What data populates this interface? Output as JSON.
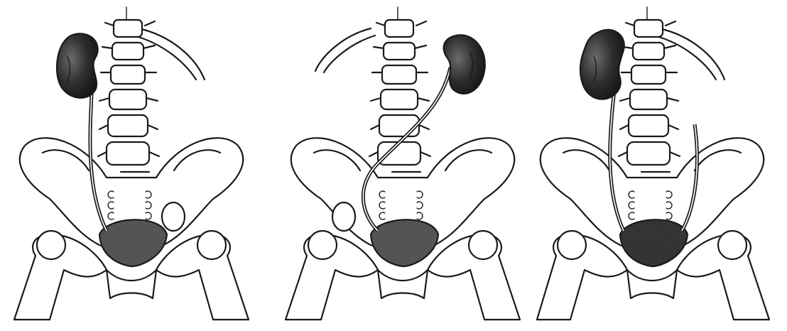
{
  "figure": {
    "panels": [
      {
        "id": "left-kidney-long-ureter",
        "kidney_side": "left",
        "variant": "long-ureter"
      },
      {
        "id": "crossed-ectopic-kidney",
        "kidney_side": "right",
        "variant": "crossing-ureter"
      },
      {
        "id": "ectopic-ureter-bilateral",
        "kidney_side": "left",
        "variant": "duplicated-course"
      }
    ],
    "colors": {
      "ink": "#1a1a1a",
      "paper": "#ffffff",
      "kidney_fill": "#3a3a3a",
      "bladder_fill": "#555555"
    }
  }
}
